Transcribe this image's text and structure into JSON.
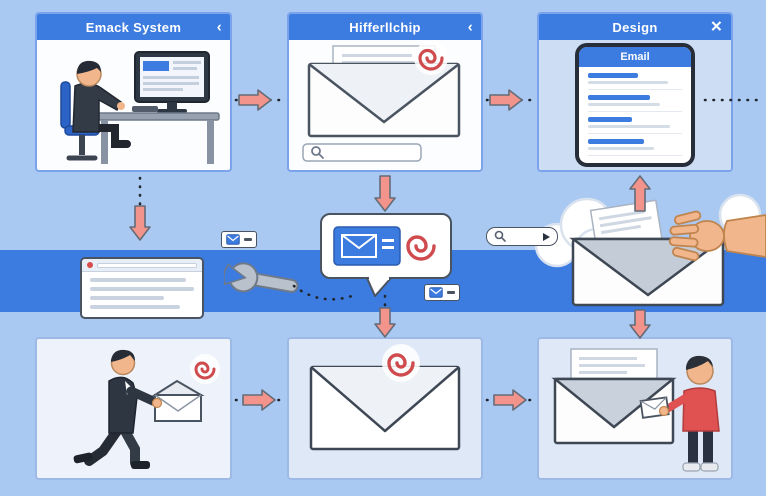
{
  "colors": {
    "background": "#a9c9f3",
    "primary_blue": "#3c7be0",
    "arrow_salmon": "#f2938c",
    "spiral_red": "#cf4b4e"
  },
  "top_panels": [
    {
      "title": "Emack System",
      "control": "‹"
    },
    {
      "title": "Hifferllchip",
      "control": "‹"
    },
    {
      "title": "Design",
      "control": "✕"
    }
  ],
  "phone": {
    "header": "Email"
  },
  "icons": {
    "back_chevron": "‹",
    "close": "✕",
    "search": "magnifier-glyph",
    "wrench": "wrench-glyph",
    "email_chip": "envelope-glyph"
  }
}
